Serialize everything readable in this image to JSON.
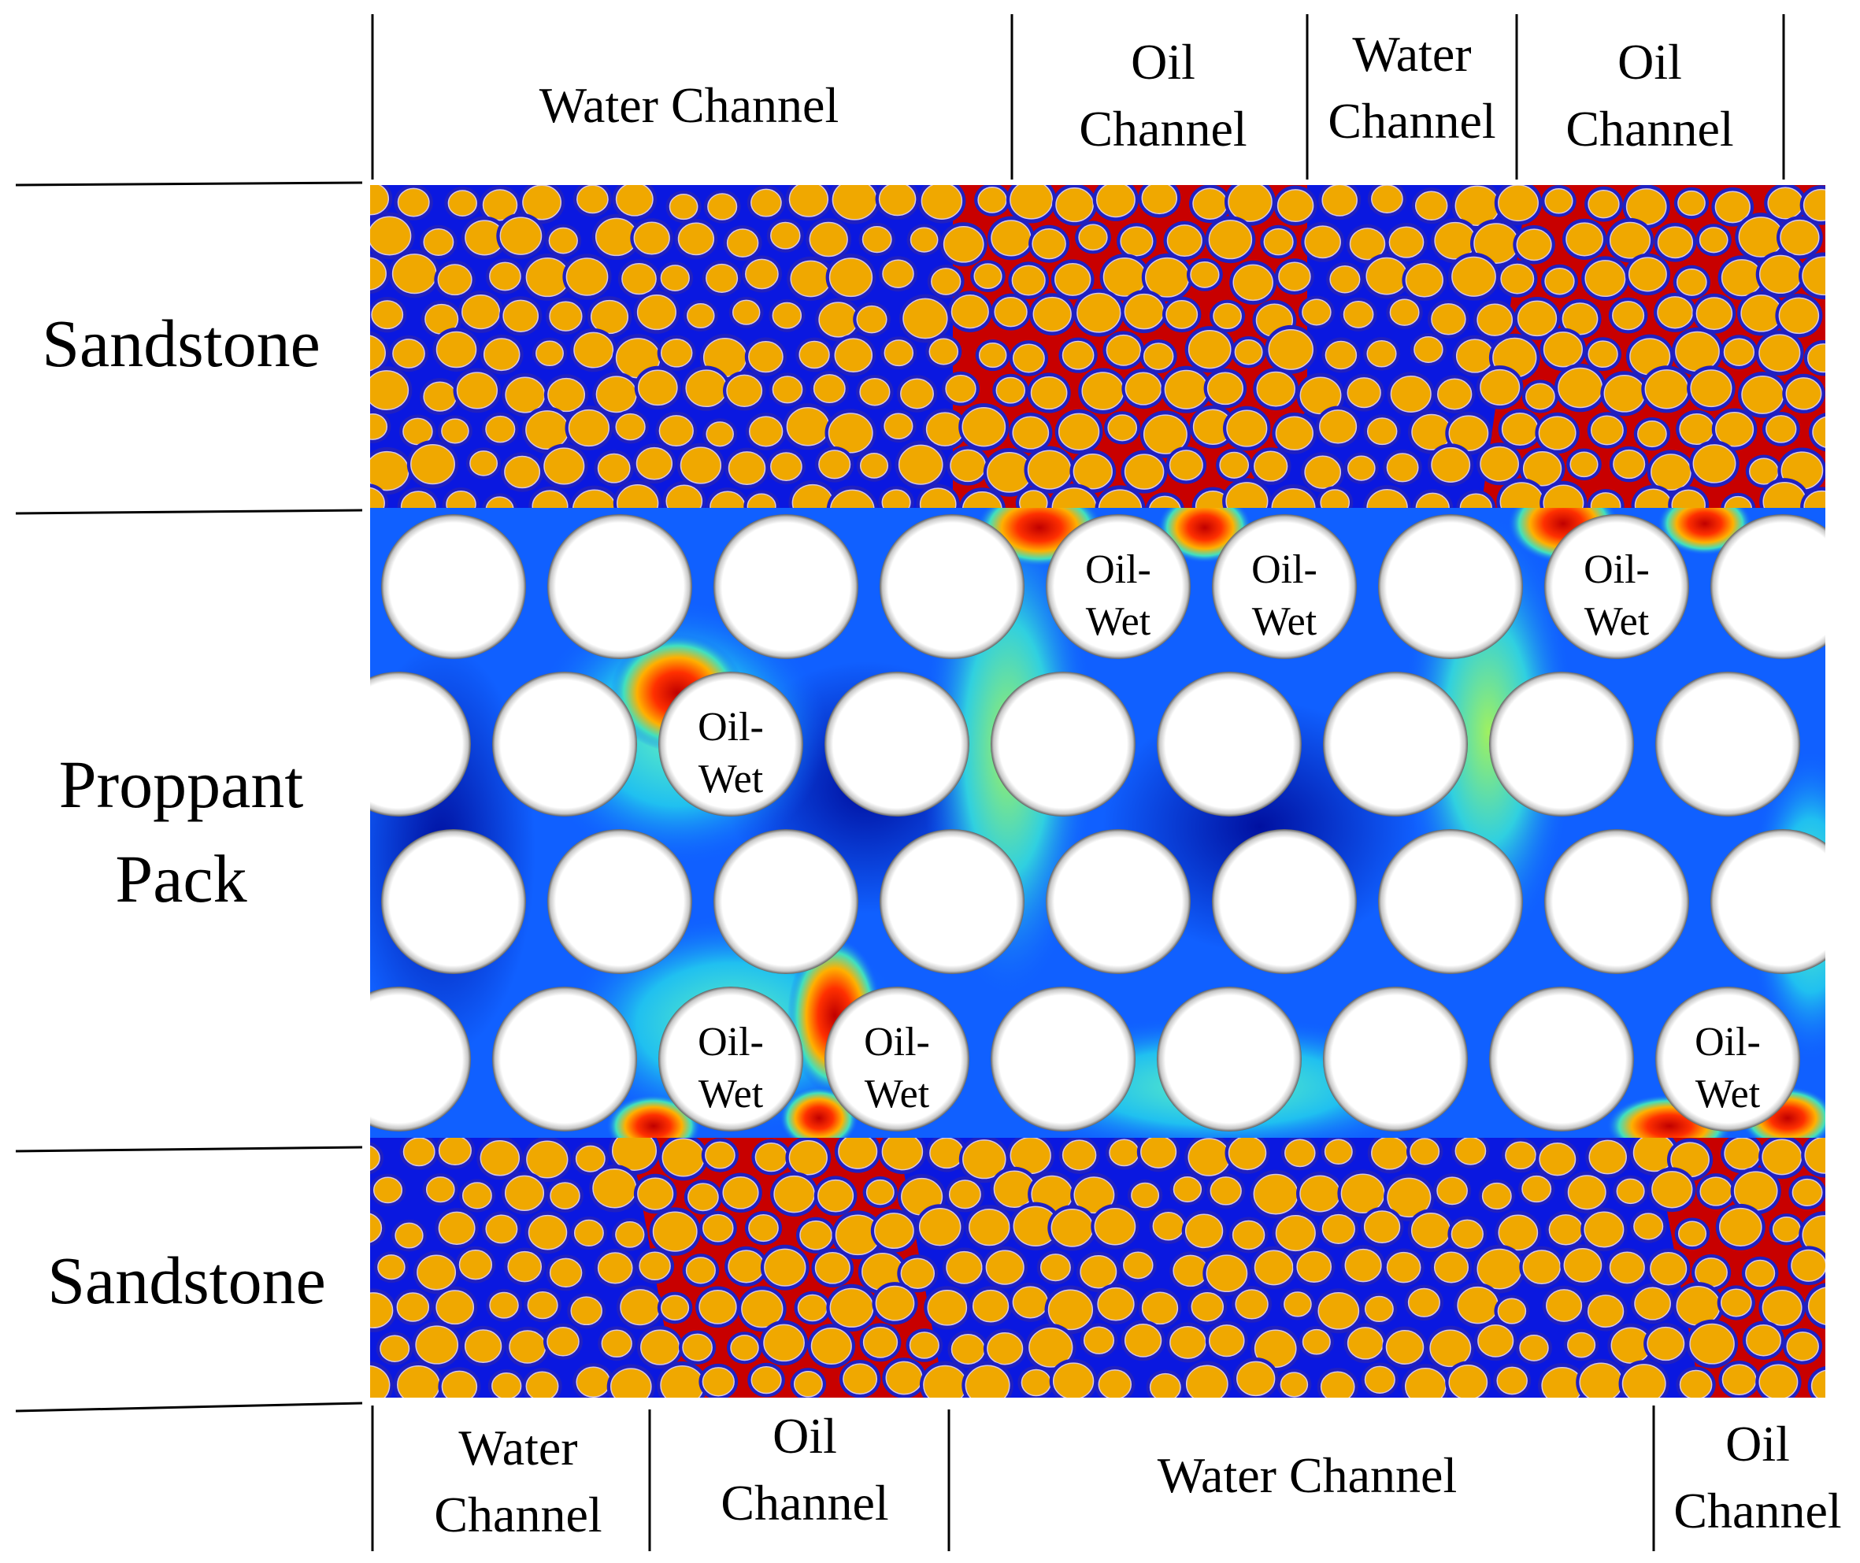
{
  "top_channels": [
    {
      "lines": [
        "Water Channel"
      ]
    },
    {
      "lines": [
        "Oil",
        "Channel"
      ]
    },
    {
      "lines": [
        "Water",
        "Channel"
      ]
    },
    {
      "lines": [
        "Oil",
        "Channel"
      ]
    }
  ],
  "bottom_channels": [
    {
      "lines": [
        "Water",
        "Channel"
      ]
    },
    {
      "lines": [
        "Oil",
        "Channel"
      ]
    },
    {
      "lines": [
        "Water Channel"
      ]
    },
    {
      "lines": [
        "Oil",
        "Channel"
      ]
    }
  ],
  "layers": {
    "sandstone_top": [
      "Sandstone"
    ],
    "proppant_pack": [
      "Proppant",
      "Pack"
    ],
    "sandstone_bottom": [
      "Sandstone"
    ]
  },
  "oil_wet_label": [
    "Oil-",
    "Wet"
  ],
  "colors": {
    "water": "#0a18e0",
    "oil": "#c80000",
    "sand_grain": "#f0a800",
    "grain_ring": "#2020c0",
    "proppant": "#ffffff"
  }
}
